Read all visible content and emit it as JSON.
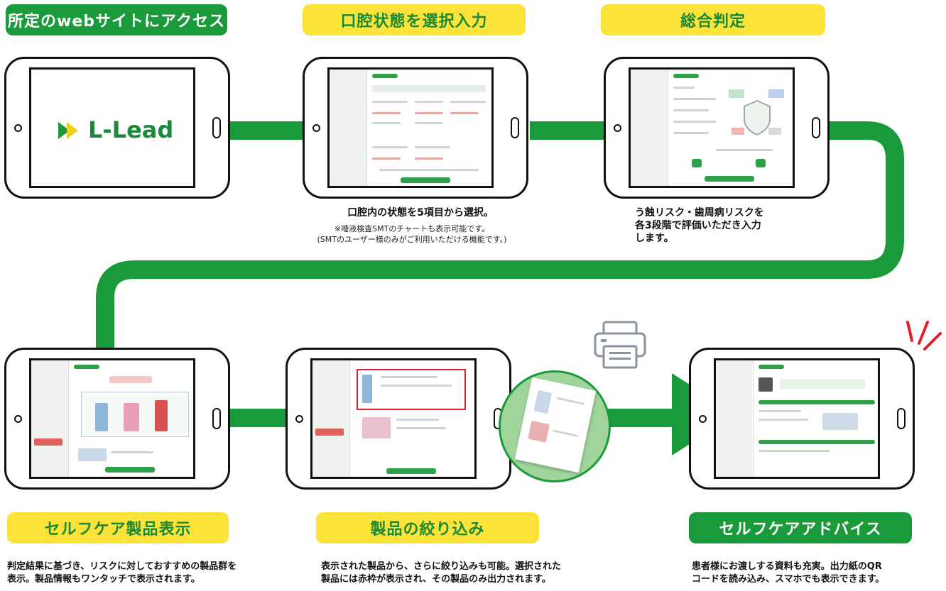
{
  "steps": {
    "s1": {
      "label": "所定のwebサイトにアクセス",
      "logo_text": "L-Lead"
    },
    "s2": {
      "label": "口腔状態を選択入力",
      "caption": "口腔内の状態を5項目から選択。",
      "note1": "※唾液検査SMTのチャートも表示可能です。",
      "note2": "(SMTのユーザー様のみがご利用いただける機能です。)"
    },
    "s3": {
      "label": "総合判定",
      "caption1": "う蝕リスク・歯周病リスクを",
      "caption2": "各3段階で評価いただき入力",
      "caption3": "します。"
    },
    "s4": {
      "label": "セルフケア製品表示",
      "caption1": "判定結果に基づき、リスクに対しておすすめの製品群を",
      "caption2": "表示。製品情報もワンタッチで表示されます。"
    },
    "s5": {
      "label": "製品の絞り込み",
      "caption1": "表示された製品から、さらに絞り込みも可能。選択された",
      "caption2": "製品には赤枠が表示され、その製品のみ出力されます。"
    },
    "s6": {
      "label": "セルフケアアドバイス",
      "caption1": "患者様にお渡しする資料も充実。出力紙のQR",
      "caption2": "コードを読み込み、スマホでも表示できます。"
    }
  },
  "icons": [
    "printer-icon",
    "play-arrow-icon",
    "attention-marks-icon"
  ],
  "colors": {
    "green": "#1a9a3a",
    "yellow": "#fde23a",
    "red": "#e0202a",
    "light_green": "#9fd49a"
  }
}
